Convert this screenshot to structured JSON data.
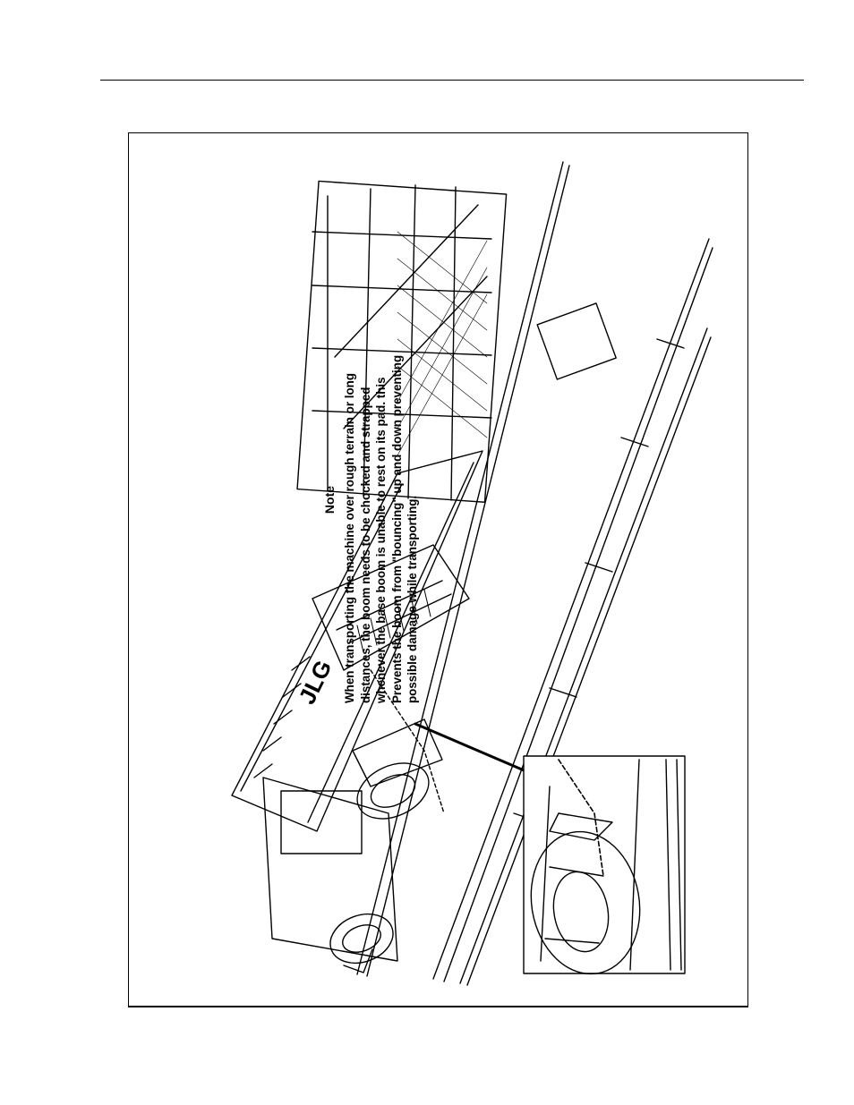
{
  "note": {
    "title": "Note",
    "lines": [
      "When transporting the machine over rough terrain or long",
      "distances, the boom needs to be chocked and strapped",
      "whenever the base boom is unable to rest on its pad. this",
      "Prevents the boom from \"bouncing\" up and down preventing",
      "possible damage while transporting."
    ]
  },
  "illustration": {
    "subject": "boom-lift-on-trailer",
    "brand_decal": "JLG"
  }
}
